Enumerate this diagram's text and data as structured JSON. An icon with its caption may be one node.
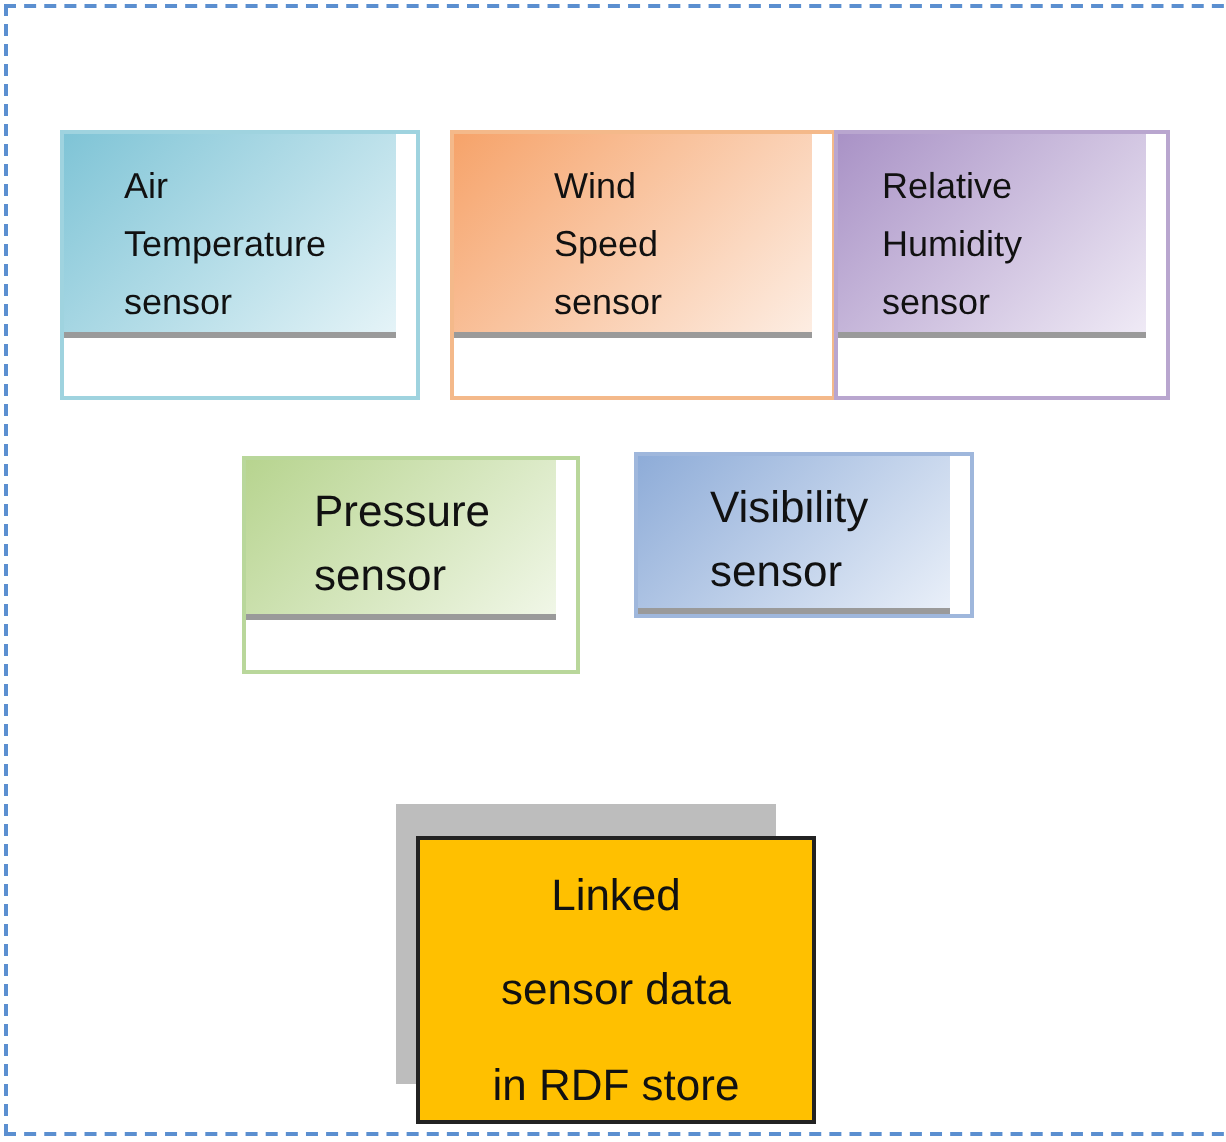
{
  "diagram": {
    "nodes": [
      {
        "text": [],
        "shape": "box"
      },
      {
        "text": [
          "Air Temperature sensor"
        ],
        "in": 0
      },
      {
        "text": [
          "Wind Speed sensor"
        ],
        "in": 0
      },
      {
        "text": [
          "Relative Humidity sensor"
        ],
        "in": 0
      },
      {
        "text": [
          "Pressure sensor"
        ],
        "in": 0
      },
      {
        "text": [
          "Visibility sensor"
        ],
        "in": 0
      },
      {
        "text": [
          "Linked sensor data in RDF store"
        ],
        "in": 0
      }
    ],
    "edges": []
  }
}
